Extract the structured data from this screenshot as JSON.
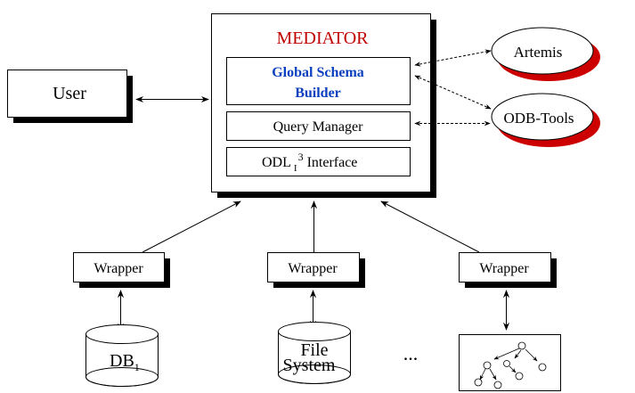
{
  "diagram": {
    "mediator": {
      "title": "MEDIATOR",
      "title_color": "#c00000",
      "components": [
        {
          "line1": "Global Schema",
          "line2": "Builder",
          "color": "#0a3fbf"
        },
        {
          "label": "Query Manager"
        },
        {
          "label_main": "ODL",
          "label_sub": "I",
          "label_sup": "3",
          "label_rest": " Interface"
        }
      ]
    },
    "user": {
      "label": "User"
    },
    "tools": [
      {
        "label": "Artemis",
        "shadow_color": "#cc0000"
      },
      {
        "label": "ODB-Tools",
        "shadow_color": "#cc0000"
      }
    ],
    "wrappers": [
      {
        "label": "Wrapper"
      },
      {
        "label": "Wrapper"
      },
      {
        "label": "Wrapper"
      }
    ],
    "sources": [
      {
        "label_main": "DB",
        "label_sub": "1",
        "type": "database"
      },
      {
        "line1": "File",
        "line2": "System",
        "type": "database"
      },
      {
        "type": "tree-structure"
      }
    ],
    "ellipsis": "..."
  }
}
